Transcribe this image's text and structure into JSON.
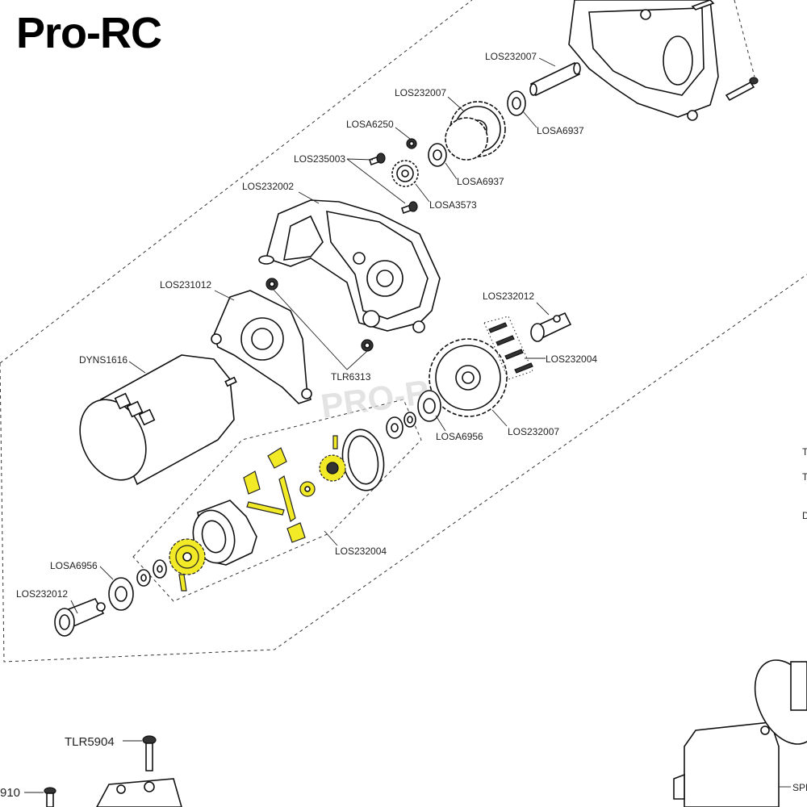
{
  "brand": "Pro-RC",
  "watermark": "PRO-RC",
  "labels": {
    "los232007_top": "LOS232007",
    "los232007_gear": "LOS232007",
    "losa6937_a": "LOSA6937",
    "losa6250": "LOSA6250",
    "los235003": "LOS235003",
    "losa6937_b": "LOSA6937",
    "los232002": "LOS232002",
    "losa3573": "LOSA3573",
    "los231012": "LOS231012",
    "los232012_a": "LOS232012",
    "los232004_a": "LOS232004",
    "dyns1616": "DYNS1616",
    "tlr6313": "TLR6313",
    "losa6956_a": "LOSA6956",
    "los232007_spur": "LOS232007",
    "los232004_b": "LOS232004",
    "losa6956_b": "LOSA6956",
    "los232012_b": "LOS232012",
    "tlr5904": "TLR5904",
    "partial_910": "910",
    "partial_spm": "SPM",
    "partial_t1": "T",
    "partial_t2": "T",
    "partial_d": "D"
  },
  "colors": {
    "highlight": "#f2ea27",
    "line": "#111111",
    "background": "#ffffff"
  }
}
